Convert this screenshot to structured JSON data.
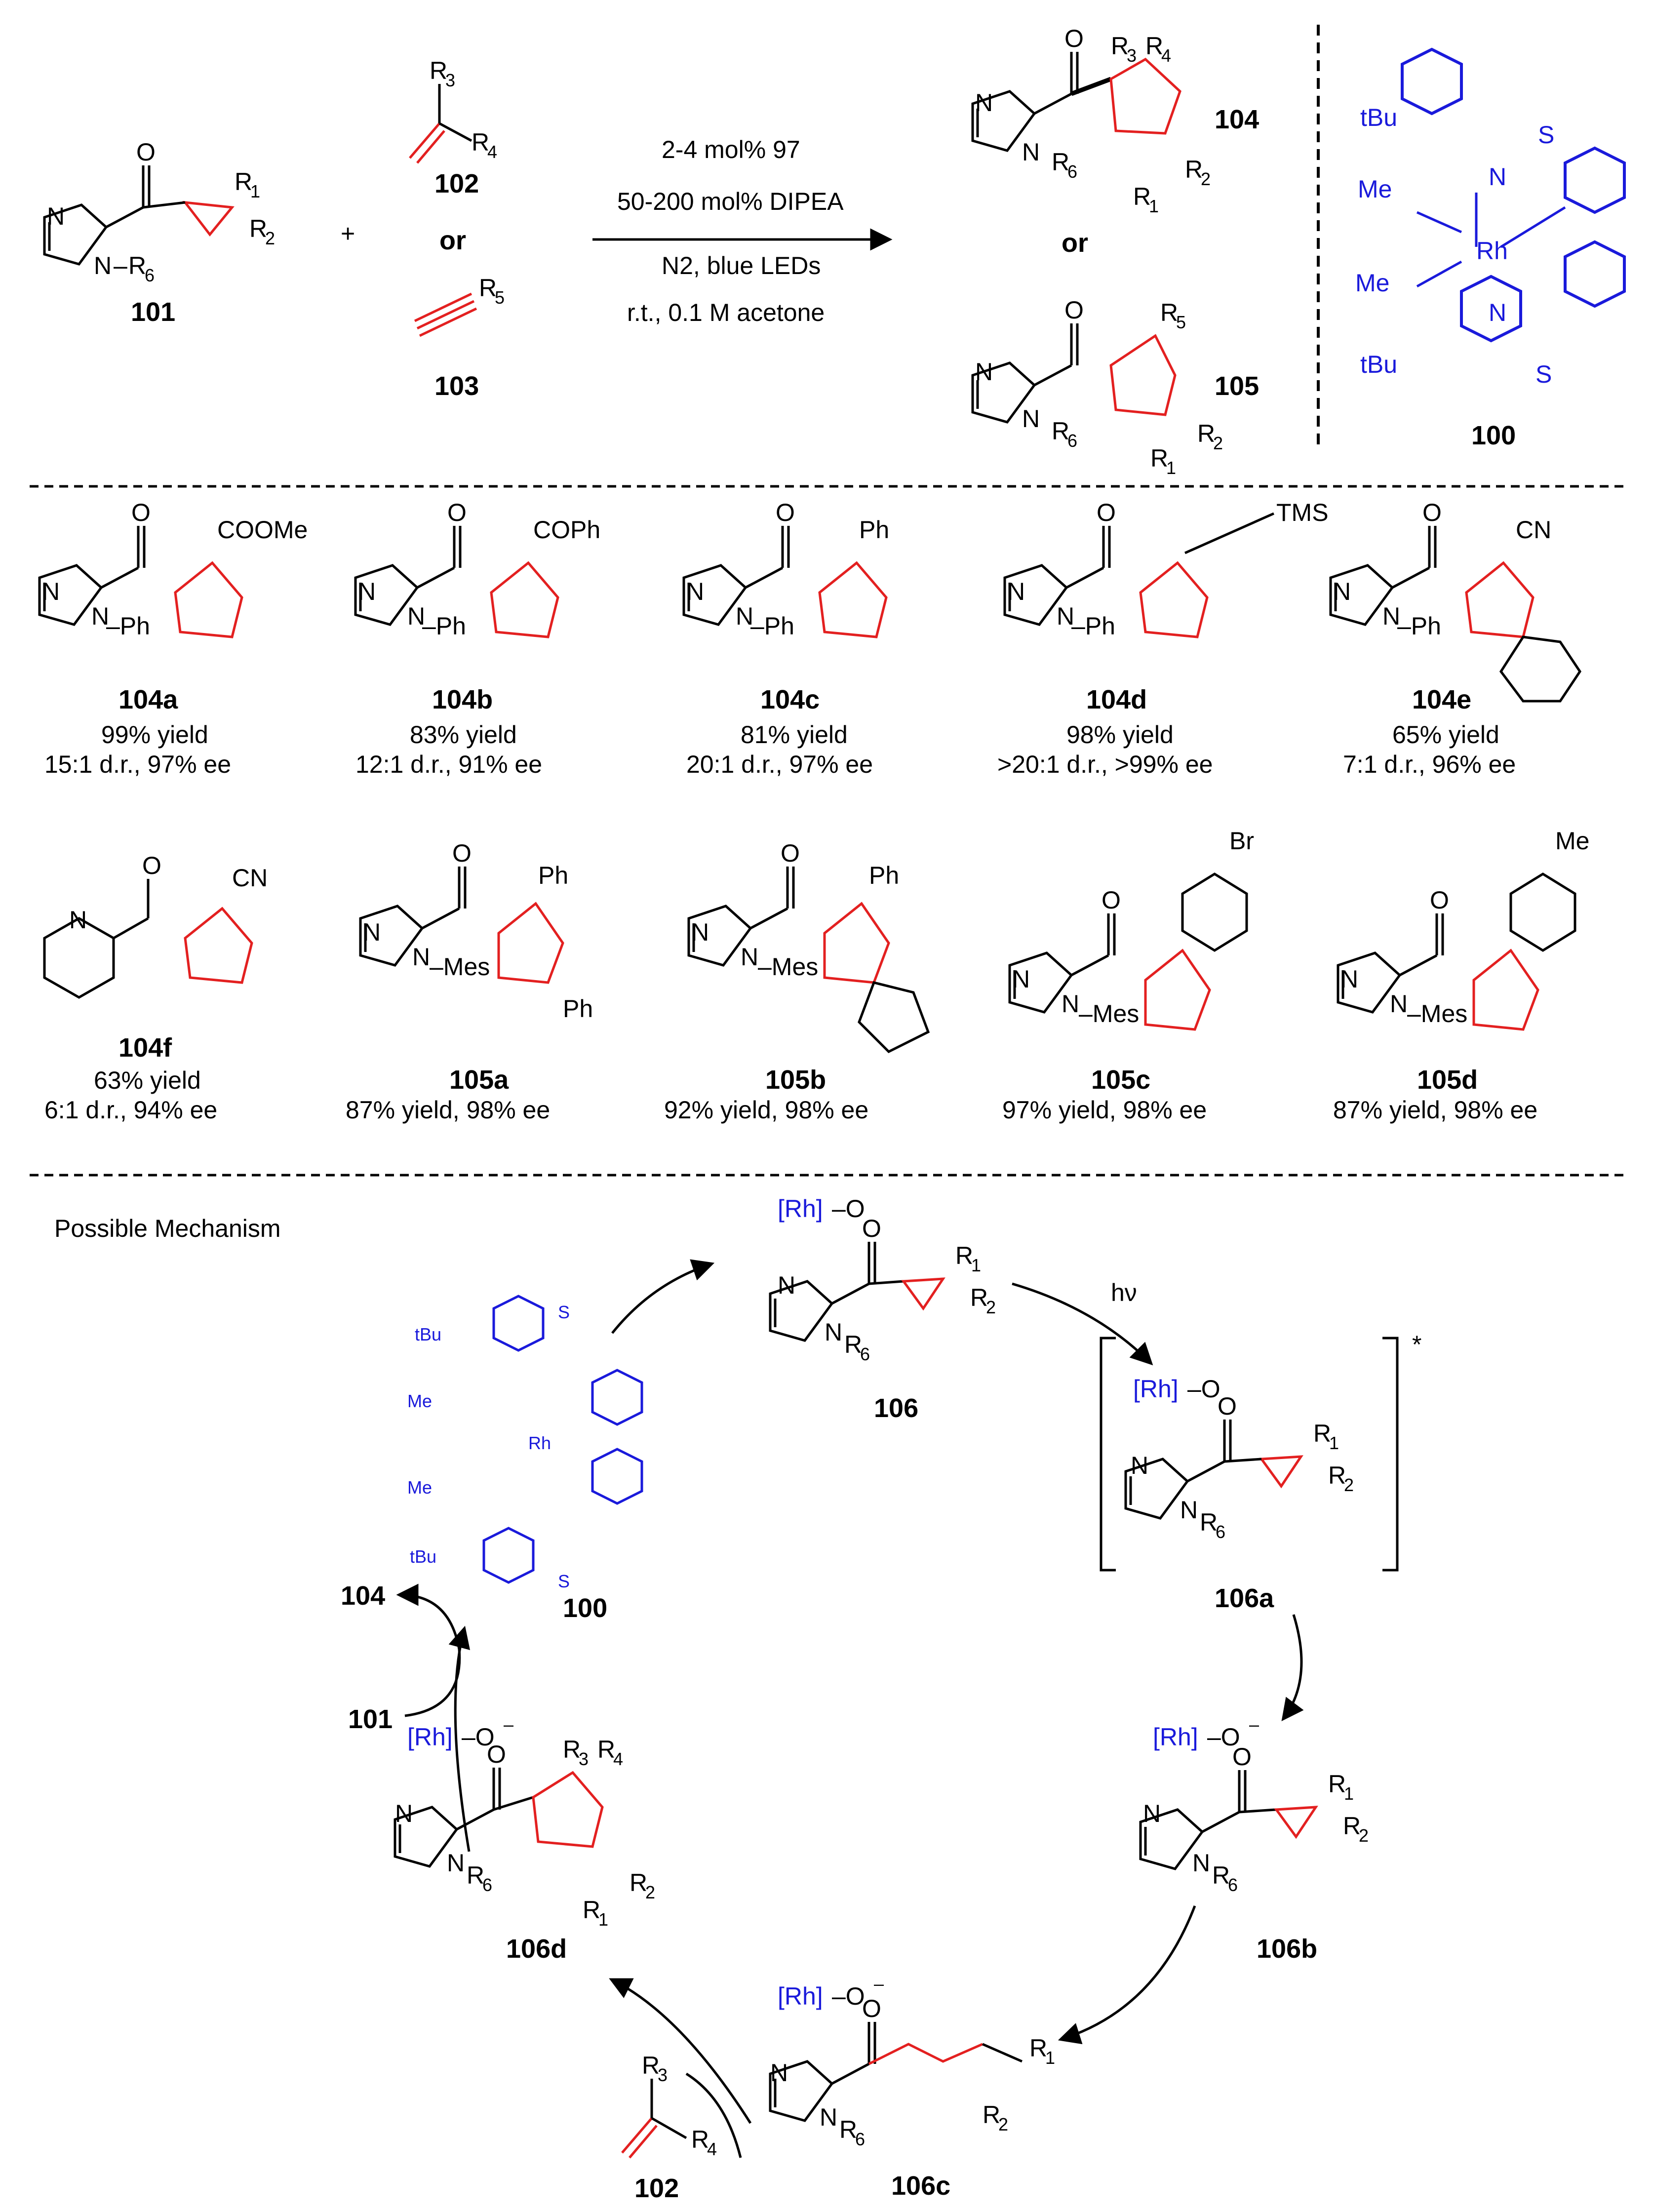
{
  "top": {
    "imN": "N",
    "imNR": "N",
    "imNR_dash": "–",
    "r6": "R",
    "r6_sub": "6",
    "lbl101": "101",
    "plus": "+",
    "lbl102": "102",
    "or1": "or",
    "lbl103": "103",
    "lbl104": "104",
    "or2": "or",
    "lbl105": "105"
  },
  "conditions": {
    "line1": "2-4 mol% 97",
    "line2": "50-200 mol% DIPEA",
    "line3": "N2, blue LEDs",
    "line4": "r.t., 0.1 M acetone"
  },
  "catalyst": {
    "tBu1": "tBu",
    "tBu2": "tBu",
    "lbl": "100",
    "color": "#1a1adb"
  },
  "scope": {
    "row1": [
      {
        "label": "104a",
        "sub": "COOMe",
        "yield": "99% yield",
        "sel": "15:1 d.r., 97% ee"
      },
      {
        "label": "104b",
        "sub": "COPh",
        "yield": "83% yield",
        "sel": "12:1 d.r., 91% ee"
      },
      {
        "label": "104c",
        "sub": "Ph",
        "yield": "81% yield",
        "sel": "20:1 d.r., 97% ee"
      },
      {
        "label": "104d",
        "sub": "TMS",
        "yield": "98% yield",
        "sel": ">20:1 d.r., >99% ee"
      },
      {
        "label": "104e",
        "sub": "CN",
        "yield": "65% yield",
        "sel": "7:1 d.r., 96% ee"
      }
    ],
    "row2": [
      {
        "label": "104f",
        "sub": "CN",
        "yield": "63% yield",
        "sel": "6:1 d.r., 94% ee"
      },
      {
        "label": "105a",
        "res": "87% yield, 98% ee"
      },
      {
        "label": "105b",
        "res": "92% yield, 98% ee"
      },
      {
        "label": "105c",
        "res": "97% yield, 98% ee"
      },
      {
        "label": "105d",
        "res": "87% yield, 98% ee"
      }
    ]
  },
  "mechanism": {
    "title": "Possible Mechanism",
    "hv": "hν",
    "lbl100": "100",
    "lbl106": "106",
    "lbl106a": "106a",
    "lbl106b": "106b",
    "lbl106c": "106c",
    "lbl106d": "106d",
    "lbl102": "102",
    "lbl104": "104",
    "lbl101": "101"
  },
  "colors": {
    "new_bond": "#e32020",
    "catalyst": "#1a1adb"
  }
}
